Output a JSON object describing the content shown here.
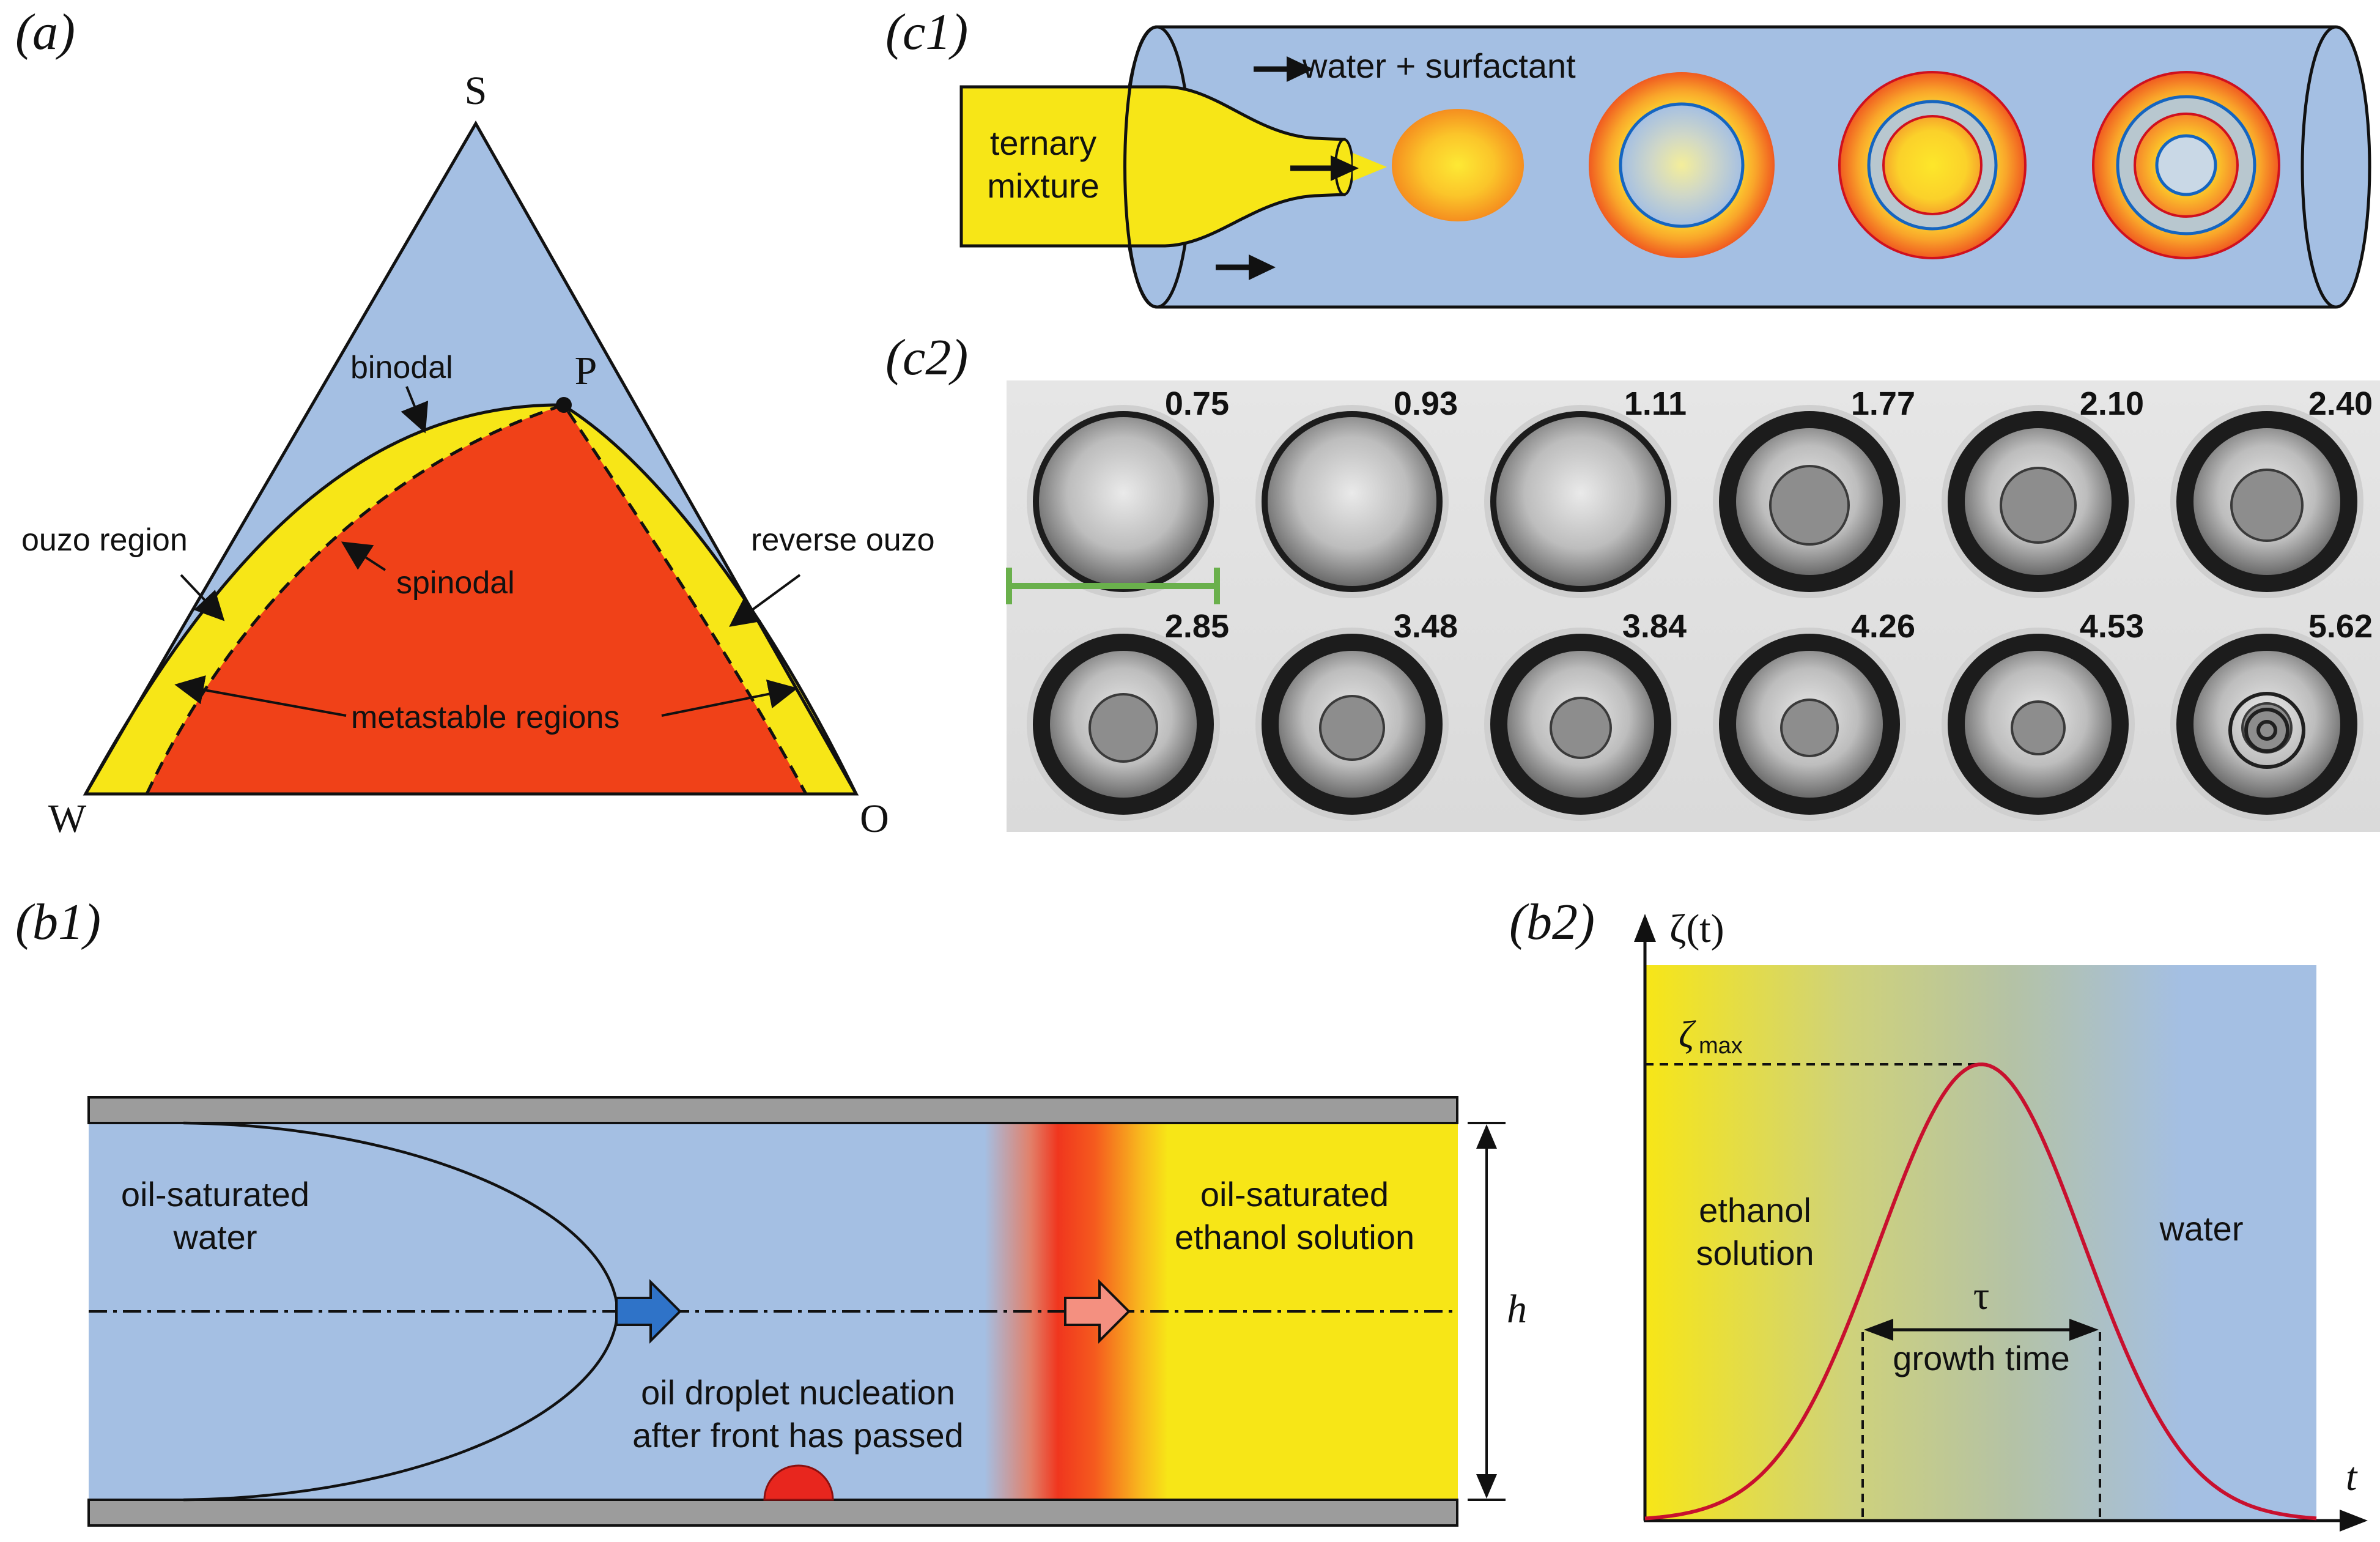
{
  "panels": {
    "a": {
      "label": "(a)",
      "vertices": {
        "top": "S",
        "left": "W",
        "right": "O",
        "critical": "P"
      },
      "annotations": {
        "binodal": "binodal",
        "spinodal": "spinodal",
        "ouzo": "ouzo region",
        "reverse_ouzo": "reverse ouzo",
        "metastable": "metastable regions"
      }
    },
    "c1": {
      "label": "(c1)",
      "flow_label": "water + surfactant",
      "inlet_label_line1": "ternary",
      "inlet_label_line2": "mixture"
    },
    "c2": {
      "label": "(c2)",
      "frames": [
        "0.75",
        "0.93",
        "1.11",
        "1.77",
        "2.10",
        "2.40",
        "2.85",
        "3.48",
        "3.84",
        "4.26",
        "4.53",
        "5.62"
      ]
    },
    "b1": {
      "label": "(b1)",
      "left_line1": "oil-saturated",
      "left_line2": "water",
      "right_line1": "oil-saturated",
      "right_line2": "ethanol solution",
      "bottom_line1": "oil droplet nucleation",
      "bottom_line2": "after front has passed",
      "height_symbol": "h"
    },
    "b2": {
      "label": "(b2)",
      "y_axis": "ζ(t)",
      "x_axis": "t",
      "zeta_max_base": "ζ",
      "zeta_max_sub": "max",
      "left_line1": "ethanol",
      "left_line2": "solution",
      "right_label": "water",
      "tau": "τ",
      "growth_time": "growth time"
    }
  },
  "colors": {
    "blue": "#a4bfe3",
    "yellow": "#f7e617",
    "red": "#f04118",
    "curve": "#c8102e",
    "green_scale": "#6ab04c"
  }
}
